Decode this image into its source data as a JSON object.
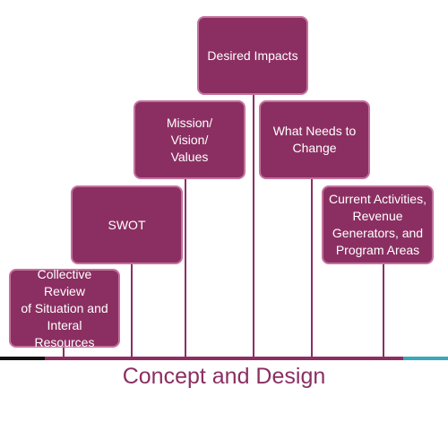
{
  "boxes": {
    "collective_review": "Collective Review\nof Situation and\nInteral Resources",
    "swot": "SWOT",
    "mission": "Mission/\nVision/\nValues",
    "desired_impacts": "Desired Impacts",
    "what_needs_to_change": "What Needs to\nChange",
    "current_activities": "Current Activities,\nRevenue\nGenerators, and\nProgram Areas"
  },
  "caption": "Concept and Design",
  "colors": {
    "box_fill": "#8b2f62",
    "box_border": "#c4729d",
    "timeline_left": "#111111",
    "timeline_right": "#3aa8b6"
  }
}
